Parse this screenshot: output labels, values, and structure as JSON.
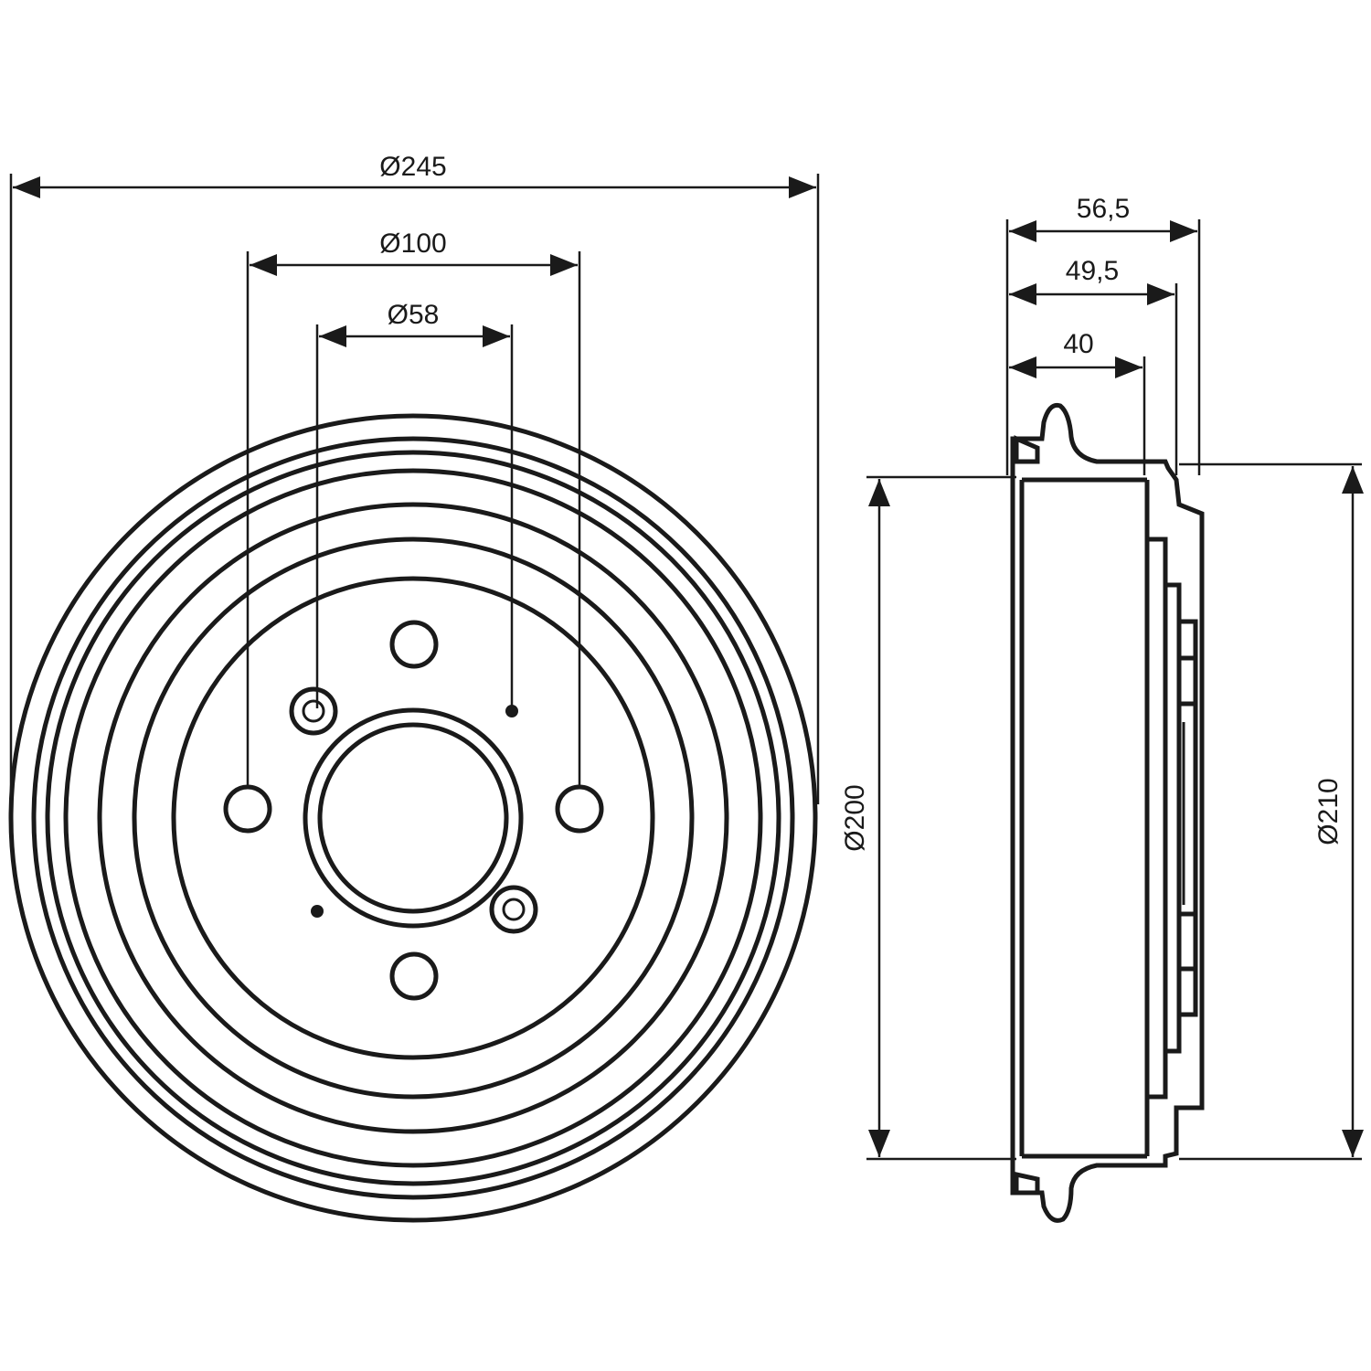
{
  "dimensions": {
    "outer_diameter": "Ø245",
    "bolt_circle": "Ø100",
    "hub_bore": "Ø58",
    "total_width": "56,5",
    "mid_width": "49,5",
    "inner_width": "40",
    "drum_inner_diameter": "Ø200",
    "flange_diameter": "Ø210"
  },
  "colors": {
    "line": "#1a1a1a",
    "background": "#ffffff"
  }
}
